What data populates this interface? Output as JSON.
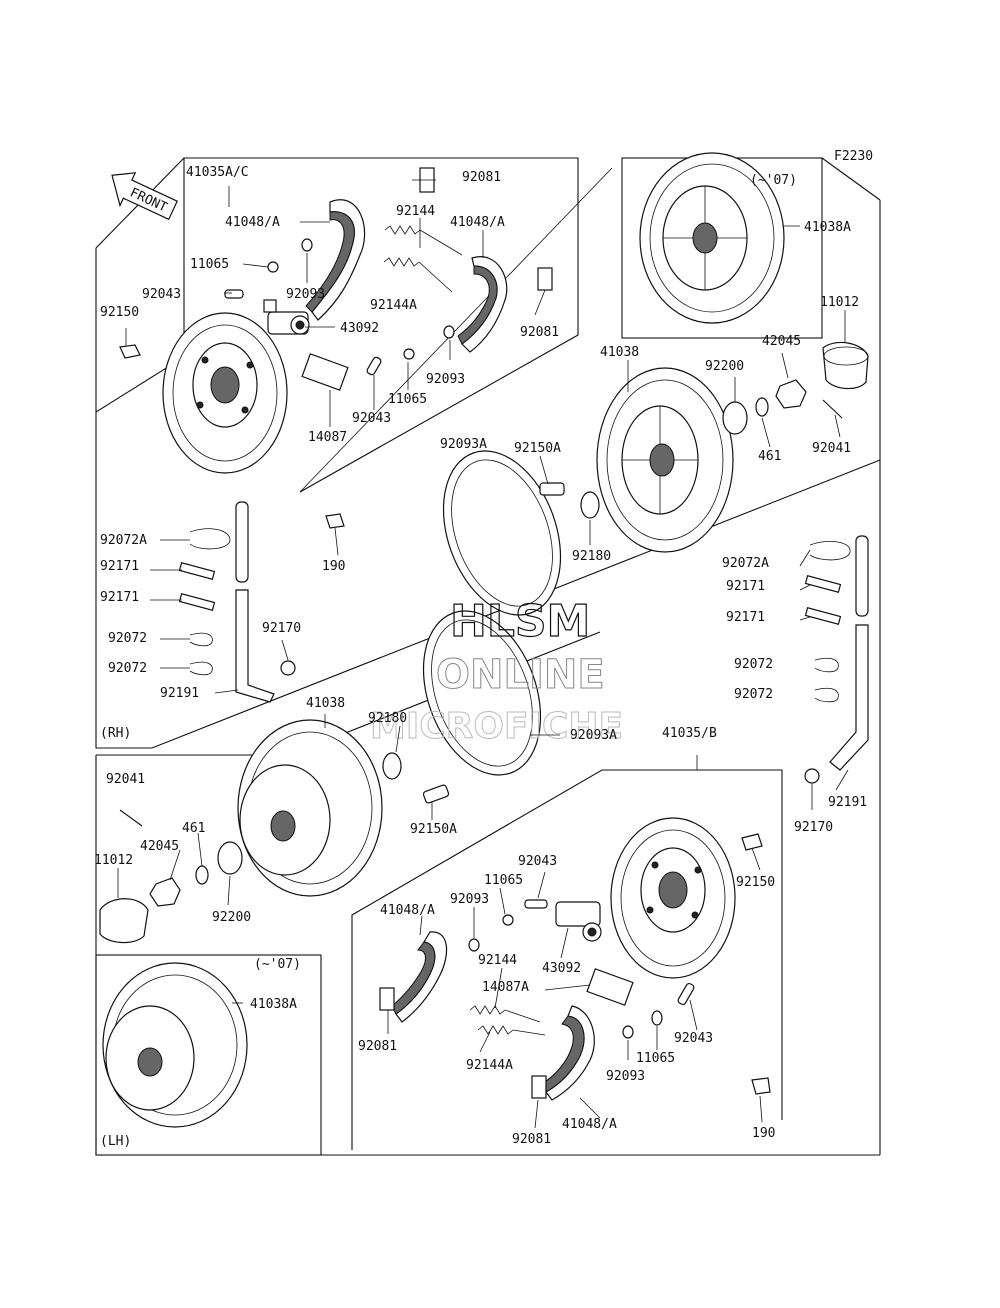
{
  "figure_code": "F2230",
  "front_label": "FRONT",
  "side_labels": {
    "rh": "(RH)",
    "lh": "(LH)"
  },
  "inset_note": "(~'07)",
  "watermark": [
    "HLSM",
    "ONLINE",
    "MICROFICHE"
  ],
  "parts": {
    "p41035AC": "41035A/C",
    "p41035B": "41035/B",
    "p41048A": "41048/A",
    "p92081": "92081",
    "p92144": "92144",
    "p92144A": "92144A",
    "p11065": "11065",
    "p92093": "92093",
    "p92093A": "92093A",
    "p92043": "92043",
    "p92150": "92150",
    "p92150A": "92150A",
    "p43092": "43092",
    "p14087": "14087",
    "p14087A": "14087A",
    "p41038": "41038",
    "p41038A": "41038A",
    "p11012": "11012",
    "p42045": "42045",
    "p92200": "92200",
    "p461": "461",
    "p92041": "92041",
    "p92180": "92180",
    "p190": "190",
    "p92072A": "92072A",
    "p92171": "92171",
    "p92072": "92072",
    "p92170": "92170",
    "p92191": "92191"
  }
}
